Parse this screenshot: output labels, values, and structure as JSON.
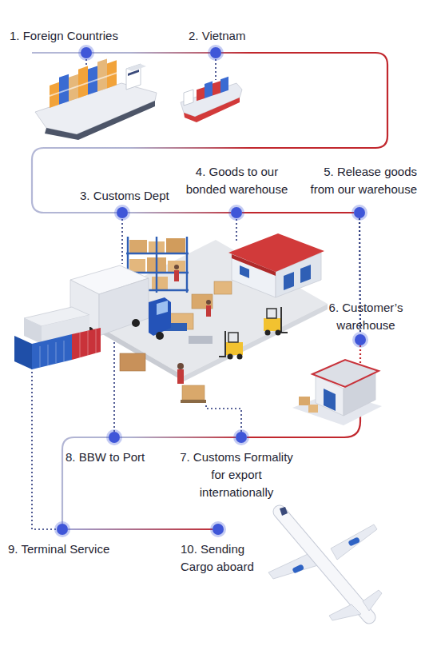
{
  "diagram": {
    "nodes": [
      {
        "text": [
          "1. Foreign Countries"
        ]
      },
      {
        "text": [
          "2. Vietnam"
        ]
      },
      {
        "text": [
          "3. Customs Dept"
        ]
      },
      {
        "text": [
          "4. Goods to our bonded warehouse"
        ]
      },
      {
        "text": [
          "5. Release goods from our warehouse"
        ]
      },
      {
        "text": [
          "6. Customer’s warehouse"
        ]
      },
      {
        "text": [
          "7. Customs Formality for export internationally"
        ]
      },
      {
        "text": [
          "8. BBW to Port"
        ]
      },
      {
        "text": [
          "9. Terminal Service"
        ]
      },
      {
        "text": [
          "10. Sending Cargo aboard"
        ]
      }
    ],
    "edges": [
      {
        "from": 0,
        "to": 1,
        "arrow": "none"
      },
      {
        "from": 1,
        "to": 2,
        "arrow": "none"
      },
      {
        "from": 2,
        "to": 3,
        "arrow": "none"
      },
      {
        "from": 3,
        "to": 4,
        "arrow": "none"
      },
      {
        "from": 4,
        "to": 5,
        "arrow": "none"
      },
      {
        "from": 5,
        "to": 6,
        "arrow": "none"
      },
      {
        "from": 6,
        "to": 7,
        "arrow": "none"
      },
      {
        "from": 7,
        "to": 8,
        "arrow": "none"
      },
      {
        "from": 8,
        "to": 9,
        "arrow": "none"
      }
    ]
  }
}
